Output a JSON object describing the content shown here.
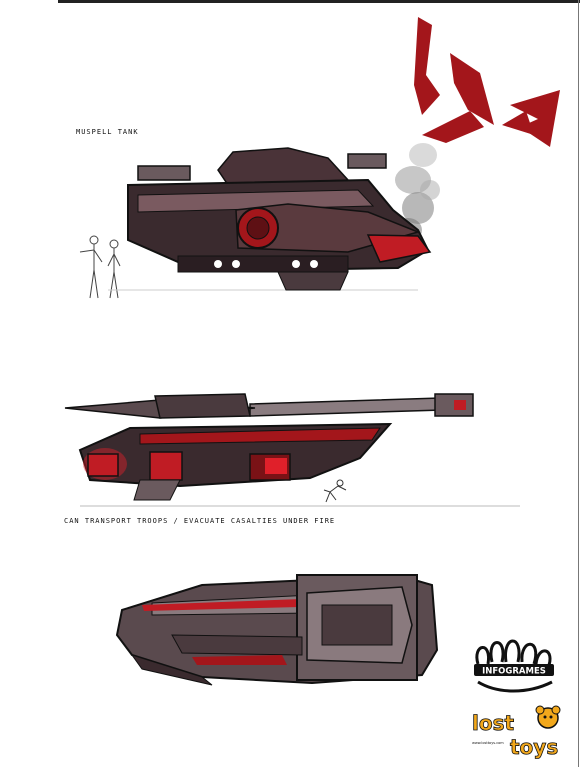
{
  "captions": {
    "tank_title": "MUSPELL TANK",
    "tank_note": "CAN TRANSPORT TROOPS / EVACUATE CASALTIES UNDER FIRE"
  },
  "logos": {
    "publisher": "INFOGRAMES",
    "studio_line1": "lost",
    "studio_line2": "toys",
    "studio_url": "www.losttoys.com"
  },
  "colors": {
    "emblem_red": "#a3161b",
    "hull_dark": "#3a2a2e",
    "glow_red": "#e0202a",
    "logo_yellow": "#f2a81c"
  }
}
